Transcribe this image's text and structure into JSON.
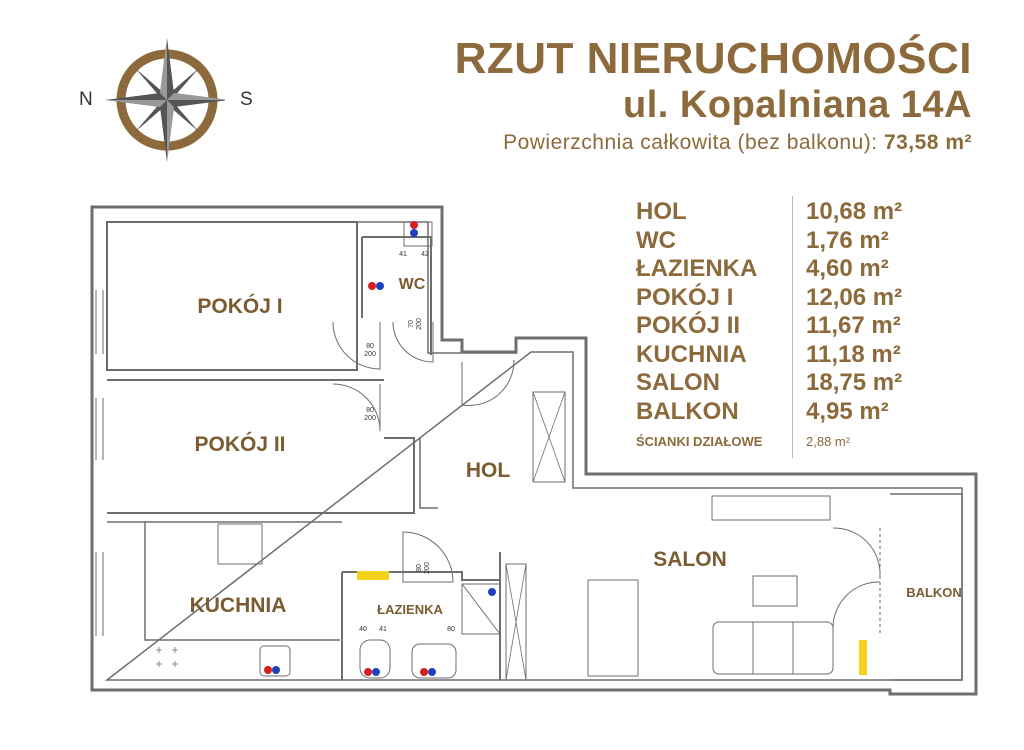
{
  "header": {
    "title_line1": "RZUT NIERUCHOMOŚCI",
    "title_line2": "ul. Kopalniana 14A",
    "subtitle_prefix": "Powierzchnia całkowita (bez balkonu):",
    "subtitle_value": "73,58 m²"
  },
  "compass": {
    "left": "N",
    "right": "S"
  },
  "areas": [
    {
      "name": "HOL",
      "value": "10,68 m²"
    },
    {
      "name": "WC",
      "value": "1,76 m²"
    },
    {
      "name": "ŁAZIENKA",
      "value": "4,60 m²"
    },
    {
      "name": "POKÓJ I",
      "value": "12,06 m²"
    },
    {
      "name": "POKÓJ II",
      "value": "11,67 m²"
    },
    {
      "name": "KUCHNIA",
      "value": "11,18 m²"
    },
    {
      "name": "SALON",
      "value": "18,75 m²"
    },
    {
      "name": "BALKON",
      "value": "4,95 m²"
    }
  ],
  "walls_note": {
    "name": "ŚCIANKI DZIAŁOWE",
    "value": "2,88 m²"
  },
  "rooms": {
    "pokoj1": "POKÓJ I",
    "pokoj2": "POKÓJ II",
    "wc": "WC",
    "hol": "HOL",
    "salon": "SALON",
    "kuchnia": "KUCHNIA",
    "lazienka": "ŁAZIENKA",
    "balkon": "BALKON"
  },
  "door_dims": {
    "d1_w": "80",
    "d1_h": "200",
    "d2_w": "80",
    "d2_h": "200",
    "d3_w": "70",
    "d3_h": "200",
    "d4_w": "80",
    "d4_h": "200"
  },
  "fixture_dims": {
    "wc_a": "41",
    "wc_b": "42",
    "laz_a": "40",
    "laz_b": "41",
    "laz_c": "80"
  },
  "colors": {
    "brand": "#8c6a3b",
    "wall": "#7a7a7a",
    "accent_yellow": "#f2d21a"
  }
}
